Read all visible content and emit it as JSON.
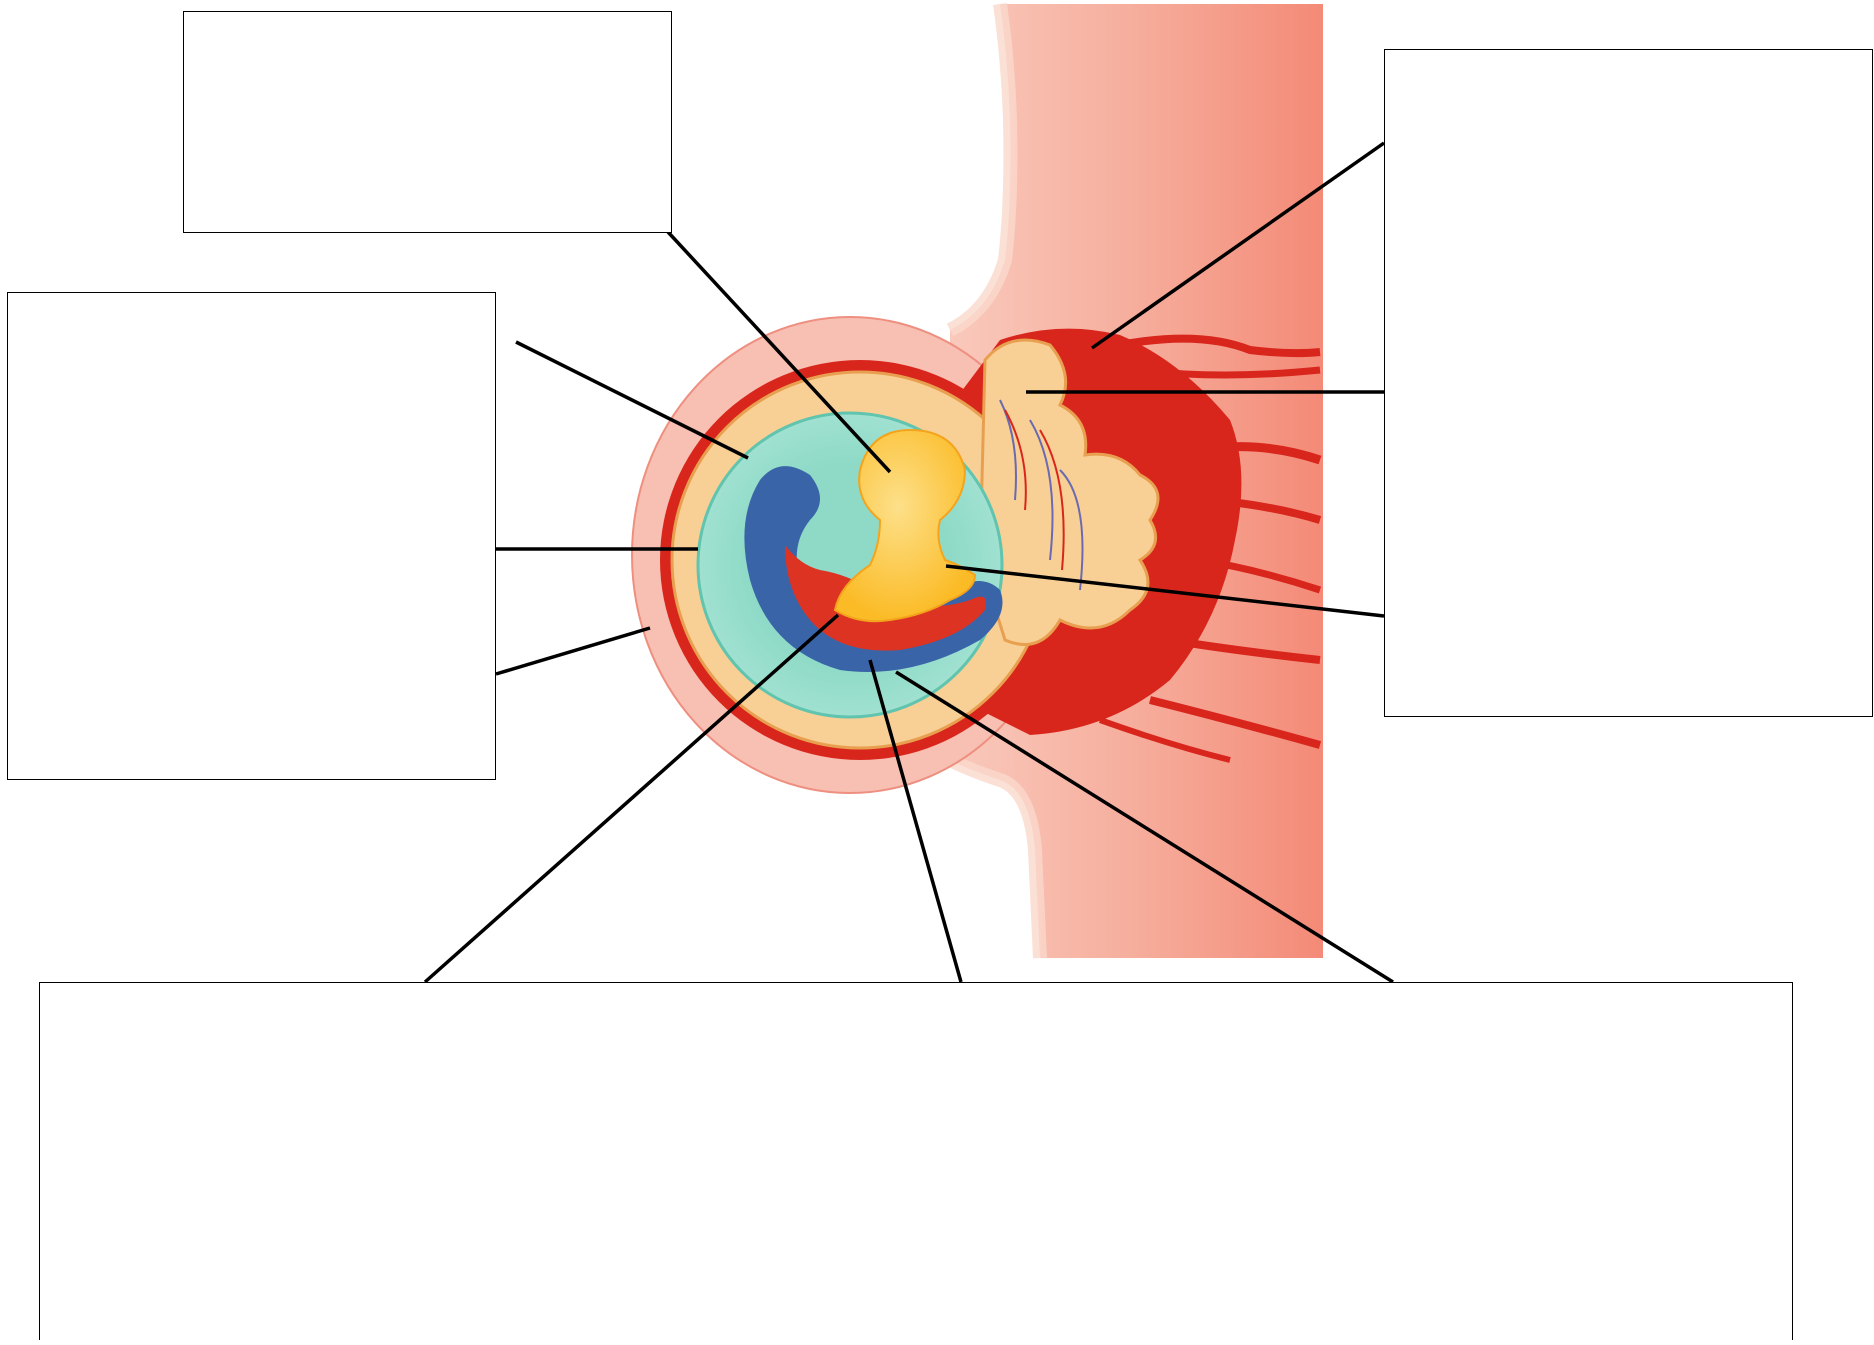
{
  "diagram": {
    "kind": "unlabeled embryo implantation diagram (blank label boxes)",
    "colors": {
      "uterine_wall_light": "#f6b3a6",
      "uterine_wall_dark": "#f48e7c",
      "decidua_pink": "#f7c0b3",
      "placental_red": "#d9261c",
      "chorion_tan": "#f8cf95",
      "amnion_teal": "#8fd9c6",
      "embryo_blue": "#3a64a8",
      "yolk_sac_yellow": "#fbbe2c",
      "embryo_red": "#dd3323",
      "leader_line": "#000000"
    },
    "label_boxes": [
      {
        "name": "box-top-left",
        "text": ""
      },
      {
        "name": "box-left",
        "text": ""
      },
      {
        "name": "box-right",
        "text": ""
      },
      {
        "name": "box-bottom",
        "text": ""
      }
    ]
  }
}
